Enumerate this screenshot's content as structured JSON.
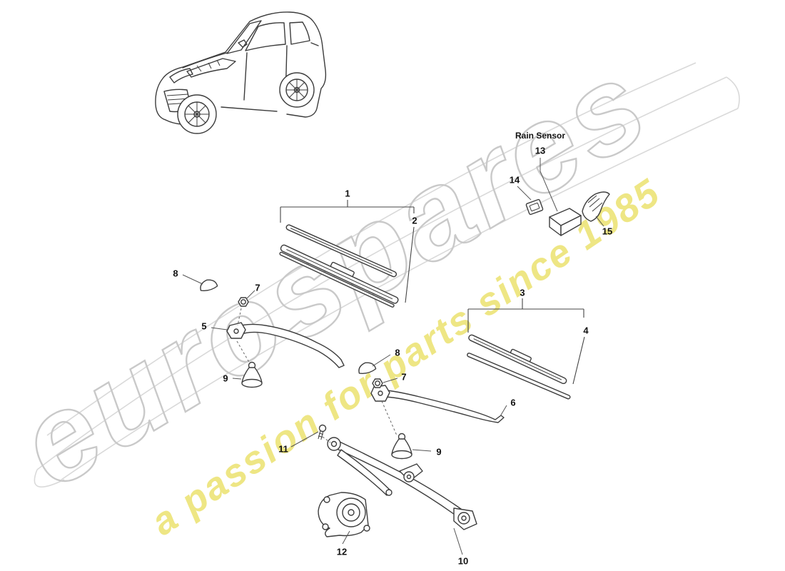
{
  "colors": {
    "line": "#3c3c3c",
    "swoosh": "#d9d9d9",
    "wm-gray": "#c9c9c9",
    "wm-yellow": "#ede47a"
  },
  "watermark": {
    "brand": "eurospares",
    "tagline": "a passion for parts since 1985"
  },
  "diagram": {
    "caption_rain_sensor": "Rain Sensor",
    "labels": {
      "p1": "1",
      "p2": "2",
      "p3": "3",
      "p4": "4",
      "p5": "5",
      "p6": "6",
      "p7a": "7",
      "p7b": "7",
      "p8a": "8",
      "p8b": "8",
      "p9a": "9",
      "p9b": "9",
      "p10": "10",
      "p11": "11",
      "p12": "12",
      "p13": "13",
      "p14": "14",
      "p15": "15"
    }
  }
}
